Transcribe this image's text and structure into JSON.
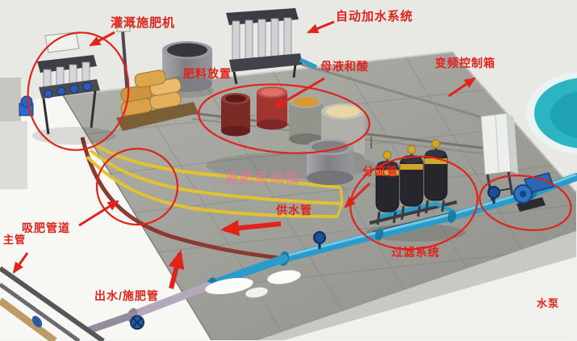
{
  "diagram": {
    "watermark": "施肥系统图",
    "labels": {
      "fertigation_machine": "灌溉施肥机",
      "auto_water_system": "自动加水系统",
      "fertilizer_storage": "肥料放置",
      "mother_liquor_and_acid": "母液和酸",
      "vfd_control_box": "变频控制箱",
      "diversion_pipe": "分流管",
      "water_supply_pipe": "供水管",
      "fertilizer_suction_pipe": "吸肥管道",
      "main_pipe": "主管",
      "outlet_fertilizer_pipe": "出水/施肥管",
      "filter_system": "过滤系统",
      "water_pump": "水泵"
    },
    "colors": {
      "annotation_red": "#e0231b",
      "platform_gray": "#a0a09b",
      "pipe_blue": "#2a9cc9",
      "pipe_yellow": "#e2c22e",
      "pipe_dark_red": "#8a3a30",
      "pool_teal": "#2db3c2",
      "tank_red_liquid": "#e06f68",
      "tank_orange_liquid": "#d89a30",
      "tank_cream_liquid": "#e7d7a2",
      "filter_tank_black": "#26262c",
      "filter_band_yellow": "#d2a62a"
    }
  }
}
